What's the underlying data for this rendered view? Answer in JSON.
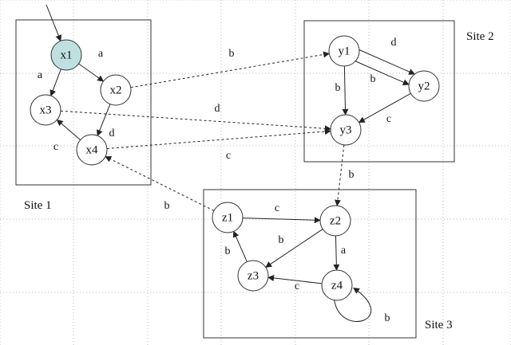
{
  "colors": {
    "initial_node_fill": "#bfe0e0",
    "node_fill": "#ffffff",
    "line": "#222222",
    "grid": "#b8b8b8"
  },
  "sites": [
    {
      "id": "site1",
      "label": "Site 1"
    },
    {
      "id": "site2",
      "label": "Site 2"
    },
    {
      "id": "site3",
      "label": "Site 3"
    }
  ],
  "nodes": [
    {
      "id": "x1",
      "label": "x1",
      "site": "site1",
      "initial": true
    },
    {
      "id": "x2",
      "label": "x2",
      "site": "site1"
    },
    {
      "id": "x3",
      "label": "x3",
      "site": "site1"
    },
    {
      "id": "x4",
      "label": "x4",
      "site": "site1"
    },
    {
      "id": "y1",
      "label": "y1",
      "site": "site2"
    },
    {
      "id": "y2",
      "label": "y2",
      "site": "site2"
    },
    {
      "id": "y3",
      "label": "y3",
      "site": "site2"
    },
    {
      "id": "z1",
      "label": "z1",
      "site": "site3"
    },
    {
      "id": "z2",
      "label": "z2",
      "site": "site3"
    },
    {
      "id": "z3",
      "label": "z3",
      "site": "site3"
    },
    {
      "id": "z4",
      "label": "z4",
      "site": "site3"
    }
  ],
  "edges": [
    {
      "from": "x1",
      "to": "x2",
      "label": "a",
      "kind": "local"
    },
    {
      "from": "x1",
      "to": "x3",
      "label": "a",
      "kind": "local"
    },
    {
      "from": "x2",
      "to": "x4",
      "label": "d",
      "kind": "local"
    },
    {
      "from": "x4",
      "to": "x3",
      "label": "c",
      "kind": "local"
    },
    {
      "from": "x2",
      "to": "y1",
      "label": "b",
      "kind": "remote"
    },
    {
      "from": "x3",
      "to": "y3",
      "label": "d",
      "kind": "remote"
    },
    {
      "from": "x4",
      "to": "y3",
      "label": "c",
      "kind": "remote"
    },
    {
      "from": "y1",
      "to": "y2",
      "label": "d",
      "kind": "local"
    },
    {
      "from": "y1",
      "to": "y2",
      "label": "b",
      "kind": "local"
    },
    {
      "from": "y1",
      "to": "y3",
      "label": "b",
      "kind": "local"
    },
    {
      "from": "y2",
      "to": "y3",
      "label": "c",
      "kind": "local"
    },
    {
      "from": "y3",
      "to": "z2",
      "label": "b",
      "kind": "remote"
    },
    {
      "from": "z1",
      "to": "x4",
      "label": "b",
      "kind": "remote"
    },
    {
      "from": "z1",
      "to": "z2",
      "label": "c",
      "kind": "local"
    },
    {
      "from": "z2",
      "to": "z3",
      "label": "b",
      "kind": "local"
    },
    {
      "from": "z2",
      "to": "z4",
      "label": "a",
      "kind": "local"
    },
    {
      "from": "z3",
      "to": "z1",
      "label": "b",
      "kind": "local"
    },
    {
      "from": "z4",
      "to": "z3",
      "label": "c",
      "kind": "local"
    },
    {
      "from": "z4",
      "to": "z4",
      "label": "b",
      "kind": "local"
    }
  ]
}
